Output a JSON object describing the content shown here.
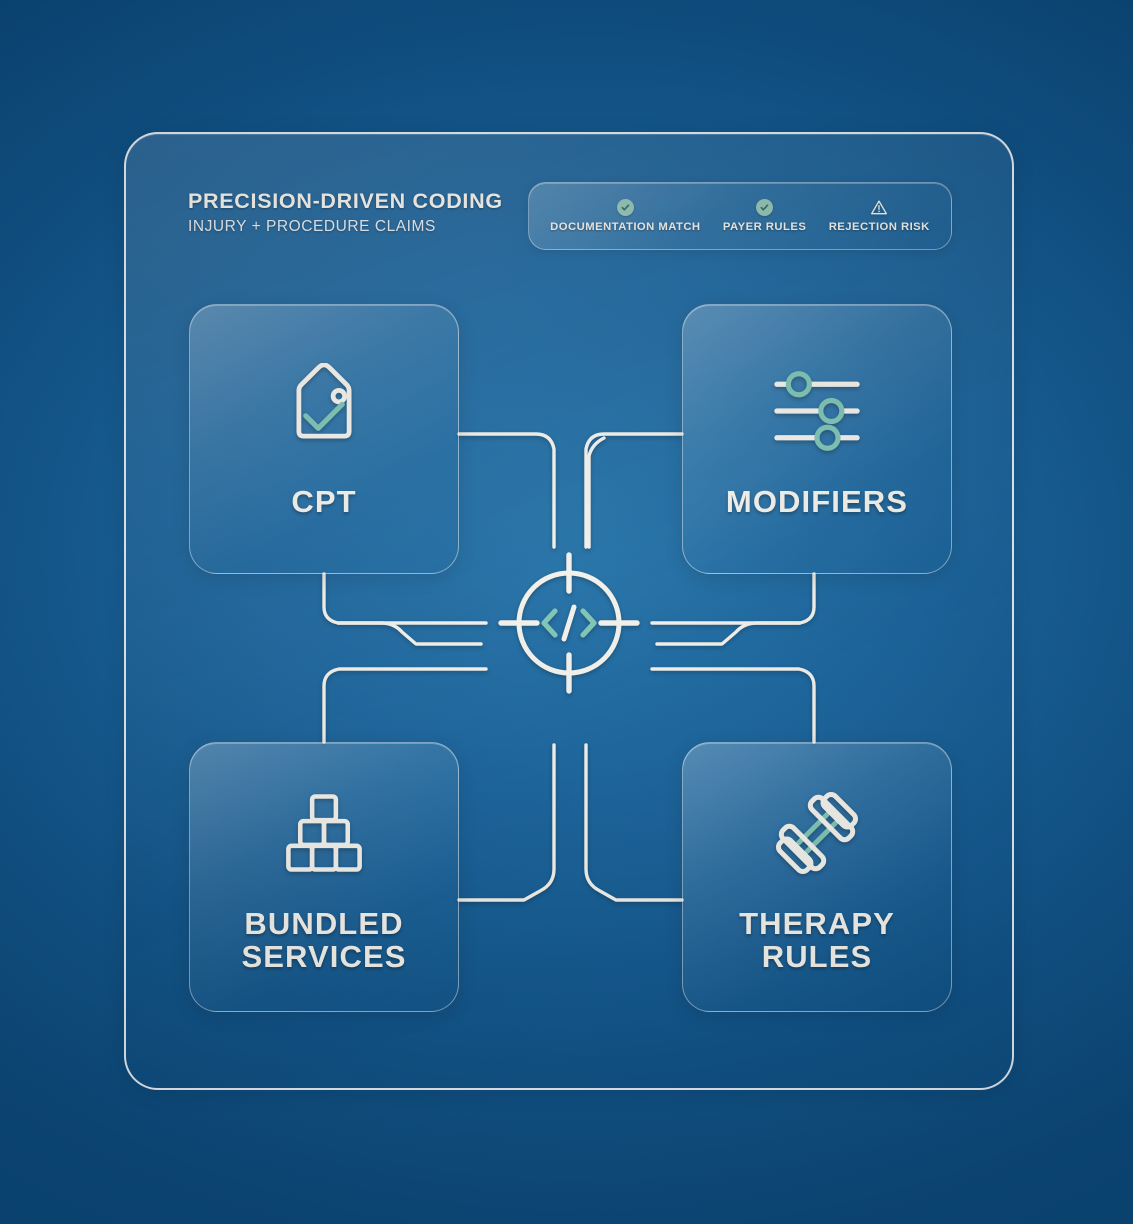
{
  "header": {
    "title": "PRECISION-DRIVEN CODING",
    "subtitle": "INJURY + PROCEDURE CLAIMS"
  },
  "status_bar": {
    "items": [
      {
        "label": "DOCUMENTATION MATCH",
        "icon": "check-circle-icon",
        "state": "ok"
      },
      {
        "label": "PAYER RULES",
        "icon": "check-circle-icon",
        "state": "ok"
      },
      {
        "label": "REJECTION RISK",
        "icon": "warning-triangle-icon",
        "state": "warning"
      }
    ]
  },
  "cards": [
    {
      "id": "cpt",
      "label": "CPT",
      "icon": "price-tag-check-icon"
    },
    {
      "id": "modifiers",
      "label": "MODIFIERS",
      "icon": "sliders-icon"
    },
    {
      "id": "bundled",
      "label": "BUNDLED\nSERVICES",
      "icon": "stacked-blocks-icon"
    },
    {
      "id": "therapy",
      "label": "THERAPY\nRULES",
      "icon": "dumbbell-icon"
    }
  ],
  "hub": {
    "icon": "crosshair-code-icon",
    "symbol": "</>"
  },
  "colors": {
    "background": "#0d5289",
    "panel_border": "#ffffff",
    "text": "#f3f1eb",
    "accent_teal": "#7cc3b4",
    "trace": "#f2f0ea",
    "check_badge": "#93c4b6"
  }
}
